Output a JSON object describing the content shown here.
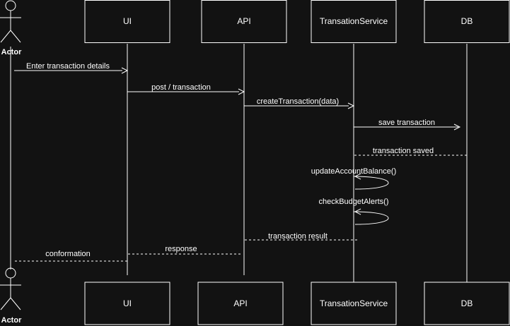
{
  "participants": [
    {
      "id": "actor",
      "label": "Actor",
      "kind": "actor"
    },
    {
      "id": "ui",
      "label": "UI",
      "kind": "box"
    },
    {
      "id": "api",
      "label": "API",
      "kind": "box"
    },
    {
      "id": "svc",
      "label": "TransationService",
      "kind": "box"
    },
    {
      "id": "db",
      "label": "DB",
      "kind": "box"
    }
  ],
  "messages": [
    {
      "from": "actor",
      "to": "ui",
      "label": "Enter transaction details",
      "style": "solid"
    },
    {
      "from": "ui",
      "to": "api",
      "label": "post / transaction",
      "style": "solid"
    },
    {
      "from": "api",
      "to": "svc",
      "label": "createTransaction(data)",
      "style": "solid"
    },
    {
      "from": "svc",
      "to": "db",
      "label": "save transaction",
      "style": "solid"
    },
    {
      "from": "db",
      "to": "svc",
      "label": "transaction saved",
      "style": "dashed"
    },
    {
      "from": "svc",
      "to": "svc",
      "label": "updateAccountBalance()",
      "style": "self"
    },
    {
      "from": "svc",
      "to": "svc",
      "label": "checkBudgetAlerts()",
      "style": "self"
    },
    {
      "from": "svc",
      "to": "api",
      "label": "transaction result",
      "style": "dashed"
    },
    {
      "from": "api",
      "to": "ui",
      "label": "response",
      "style": "dashed"
    },
    {
      "from": "ui",
      "to": "actor",
      "label": "conformation",
      "style": "dashed"
    }
  ]
}
